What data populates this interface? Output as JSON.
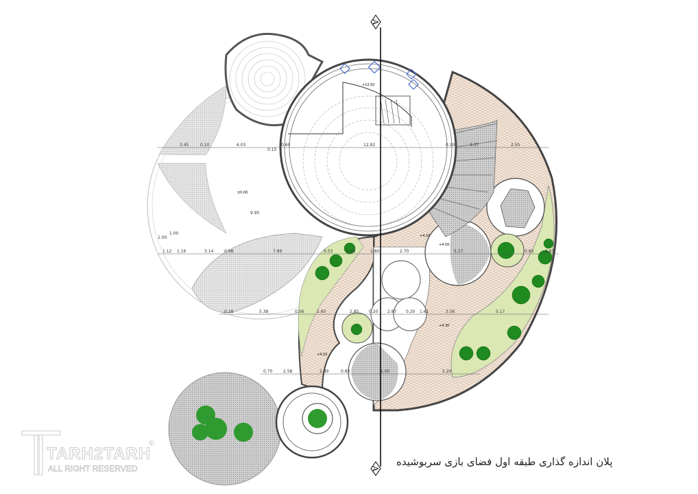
{
  "title": "پلان اندازه گذاری طبقه اول فضای بازی سربوشیده",
  "section_marker": "A",
  "logo": {
    "brand": "TARH2TARH",
    "subtitle": "ALL RIGHT RESERVED",
    "copyright": "©"
  },
  "levels": {
    "top": "+12.92",
    "left": "±0.00",
    "mid": "+4.10",
    "mid2": "+4.50",
    "right": "+4.30",
    "bottom": "+4.10"
  },
  "dims_row1": [
    "3.45",
    "0.10",
    "6.03",
    "0.15",
    "0.60",
    "12.92",
    "0.20",
    "3.37",
    "2.55"
  ],
  "dims_row2": [
    "1.12",
    "1.16",
    "3.14",
    "0.98",
    "7.89",
    "0.53",
    "1.06",
    "1.80",
    "2.70",
    "5.17",
    "0.83",
    "0.83"
  ],
  "dims_row3": [
    "0.28",
    "5.38",
    "0.56",
    "2.60",
    "2.85",
    "0.20",
    "2.87",
    "0.20",
    "1.61",
    "3.56",
    "5.17"
  ],
  "dims_row4": [
    "0.70",
    "2.58",
    "2.49",
    "0.83",
    "1.05",
    "5.20"
  ],
  "dims_misc": [
    "9.95",
    "1.00",
    "1.00"
  ],
  "colors": {
    "hatch": "#e8d8c8",
    "lawn": "#dbe8b4",
    "tree": "#1f8a1f",
    "gray": "#b8b8b8"
  }
}
